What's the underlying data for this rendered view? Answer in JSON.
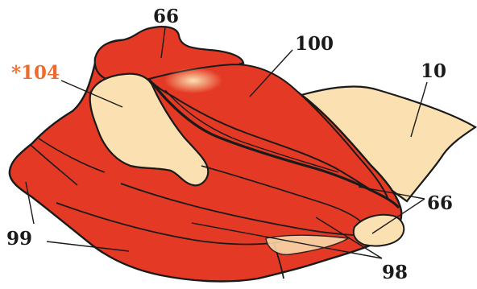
{
  "labels": {
    "top": "66",
    "upper_middle": "100",
    "upper_left": "*104",
    "right": "10",
    "lower_left": "99",
    "lower_right_upper": "66",
    "lower_right": "98"
  },
  "colors": {
    "label_text": "#1a1a1a",
    "highlight_label": "#ef6b2d",
    "muscle_red": "#e43a25",
    "bone_cream": "#fbe1b1",
    "outline": "#1a1a1a"
  }
}
